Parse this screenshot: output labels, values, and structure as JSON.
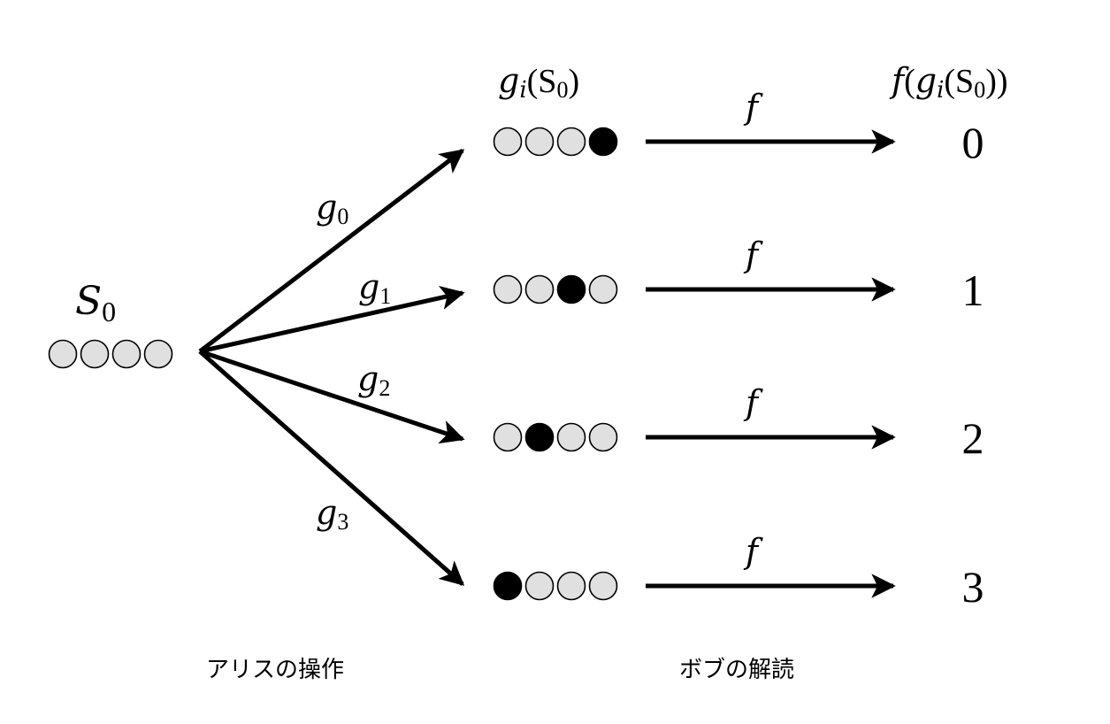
{
  "source": {
    "label": "S",
    "label_sub": "0",
    "bits": [
      0,
      0,
      0,
      0
    ]
  },
  "headers": {
    "states": {
      "main": "g",
      "sub": "i",
      "rest": "(S",
      "rest_sub": "0",
      "close": ")"
    },
    "outputs": {
      "f": "f",
      "open": "(",
      "g": "g",
      "g_sub": "i",
      "rest": "(S",
      "rest_sub": "0",
      "close": "))"
    }
  },
  "branches": [
    {
      "op": "g",
      "op_sub": "0",
      "bits": [
        0,
        0,
        0,
        1
      ],
      "map_label": "f",
      "output": "0"
    },
    {
      "op": "g",
      "op_sub": "1",
      "bits": [
        0,
        0,
        1,
        0
      ],
      "map_label": "f",
      "output": "1"
    },
    {
      "op": "g",
      "op_sub": "2",
      "bits": [
        0,
        1,
        0,
        0
      ],
      "map_label": "f",
      "output": "2"
    },
    {
      "op": "g",
      "op_sub": "3",
      "bits": [
        1,
        0,
        0,
        0
      ],
      "map_label": "f",
      "output": "3"
    }
  ],
  "captions": {
    "alice": "アリスの操作",
    "bob": "ボブの解読"
  },
  "colors": {
    "empty_fill": "#e0e0e0",
    "filled_fill": "#000000",
    "stroke": "#000000"
  }
}
